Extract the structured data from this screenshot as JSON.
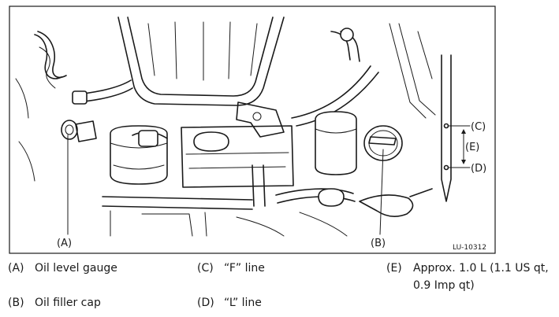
{
  "figure": {
    "callouts": {
      "A": "(A)",
      "B": "(B)",
      "C": "(C)",
      "D": "(D)",
      "E": "(E)"
    },
    "reference_code": "LU-10312"
  },
  "legend": [
    {
      "key": "(A)",
      "text": "Oil level gauge"
    },
    {
      "key": "(B)",
      "text": "Oil filler cap"
    },
    {
      "key": "(C)",
      "text": "“F” line"
    },
    {
      "key": "(D)",
      "text": "“L” line"
    },
    {
      "key": "(E)",
      "text": "Approx. 1.0 L (1.1 US qt,",
      "text2": "0.9 Imp qt)"
    }
  ]
}
